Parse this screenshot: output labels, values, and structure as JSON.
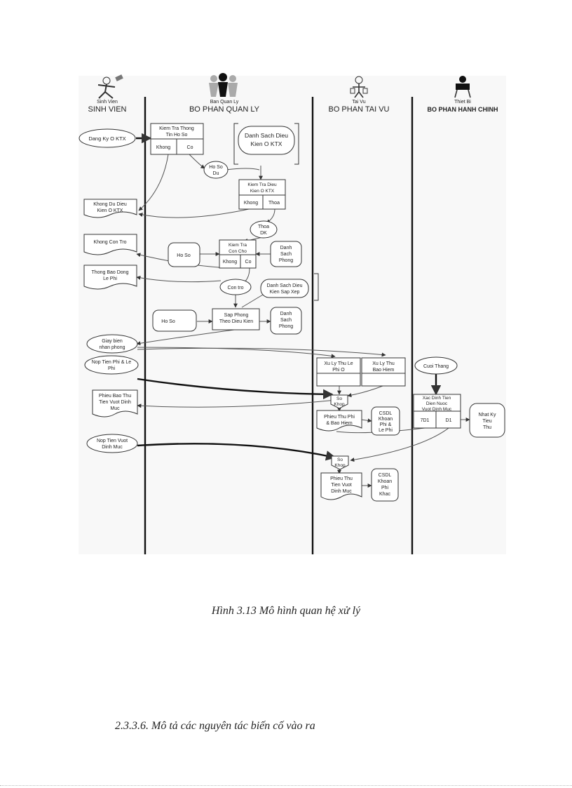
{
  "lanes": [
    {
      "actor": "Sinh Vien",
      "title": "SINH VIEN"
    },
    {
      "actor": "Ban Quan Ly",
      "title": "BO PHAN QUAN LY"
    },
    {
      "actor": "Tai Vu",
      "title": "BO PHAN TAI VU"
    },
    {
      "actor": "Thiet Bi",
      "title": "BO PHAN HANH CHINH"
    }
  ],
  "nodes": {
    "dang_ky": "Dang Ky O KTX",
    "kiem_tra_ho_so": [
      "Kiem Tra Thong",
      "Tin Ho So"
    ],
    "khong": "Khong",
    "co": "Co",
    "danh_sach_dieu_kien": [
      "Danh Sach Dieu",
      "Kien O KTX"
    ],
    "ho_so_du": [
      "Ho So",
      "Du"
    ],
    "kiem_tra_dieu_kien": [
      "Kiem Tra Dieu",
      "Kien O KTX"
    ],
    "thoa": "Thoa",
    "khong_du_dieu_kien": [
      "Khong Du Dieu",
      "Kien O KTX"
    ],
    "thoa_dk": [
      "Thoa",
      "DK"
    ],
    "khong_con_tro": "Khong Con Tro",
    "ho_so": "Ho So",
    "kiem_tra_con_cho": [
      "Kiem Tra",
      "Con Cho"
    ],
    "danh_sach_phong": [
      "Danh",
      "Sach",
      "Phong"
    ],
    "thong_bao_dong_le_phi": [
      "Thong Bao Dong",
      "Le Phi"
    ],
    "con_tro": "Con tro",
    "danh_sach_dieu_kien_sap_xep": [
      "Danh Sach Dieu",
      "Kien Sap Xep"
    ],
    "sap_phong": [
      "Sap Phong",
      "Theo Dieu Kien"
    ],
    "giay_bien_nhan": [
      "Giay bien",
      "nhan phong"
    ],
    "nop_tien_phi": [
      "Nop Tien Phi & Le",
      "Phi"
    ],
    "xu_ly_thu_le_phi": [
      "Xu Ly Thu Le",
      "Phi O"
    ],
    "xu_ly_thu_bao_hiem": [
      "Xu Ly Thu",
      "Bao Hiem"
    ],
    "cuoi_thang": "Cuoi Thang",
    "phieu_bao_thu": [
      "Phieu Bao Thu",
      "Tien Vuot Dinh",
      "Muc"
    ],
    "so_khop": [
      "So",
      "Khop"
    ],
    "xac_dinh_tien": [
      "Xac Dinh Tien",
      "Dien Nuoc",
      "Vuot Dinh Muc"
    ],
    "td1": "7D1",
    "d1": "D1",
    "nhat_ky_tieu_thu": [
      "Nhat Ky",
      "Tieu",
      "Thu"
    ],
    "phieu_thu_phi": [
      "Phieu Thu Phi",
      "& Bao Hiem"
    ],
    "csdl_khoan_phi_le_phi": [
      "CSDL",
      "Khoan",
      "Phi &",
      "Le Phi"
    ],
    "nop_tien_vuot": [
      "Nop Tien Vuot",
      "Dinh Muc"
    ],
    "phieu_thu_tien_vuot": [
      "Phieu Thu",
      "Tien Vuot",
      "Dinh Muc"
    ],
    "csdl_khoan_phi_khac": [
      "CSDL",
      "Khoan",
      "Phi",
      "Khac"
    ]
  },
  "caption": "Hình 3.13 Mô hình quan hệ xử lý",
  "section_heading": "2.3.3.6. Mô tả các nguyên tác biến cố vào ra"
}
